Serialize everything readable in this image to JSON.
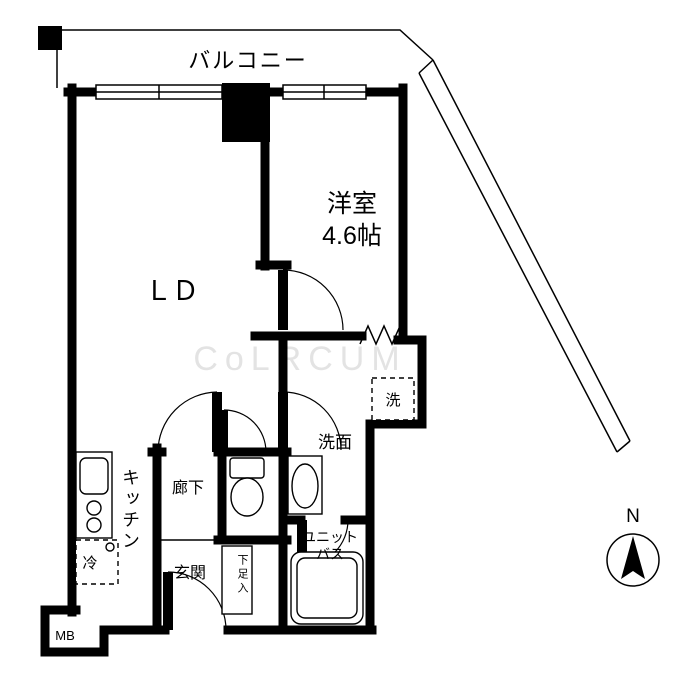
{
  "labels": {
    "balcony": "バルコニー",
    "western_room": "洋室",
    "western_room_size": "4.6帖",
    "ld": "ＬＤ",
    "kitchen": "キッチン",
    "hallway": "廊下",
    "entrance": "玄関",
    "shoe_box": "下足入",
    "washroom": "洗面",
    "washer": "洗",
    "fridge": "冷",
    "unit_bath_line1": "ユニット",
    "unit_bath_line2": "バス",
    "meter_box": "MB",
    "compass_north": "N"
  },
  "watermark": "CoLRCUM",
  "colors": {
    "wall": "#000000",
    "background": "#ffffff",
    "watermark": "#c8c8c8"
  }
}
